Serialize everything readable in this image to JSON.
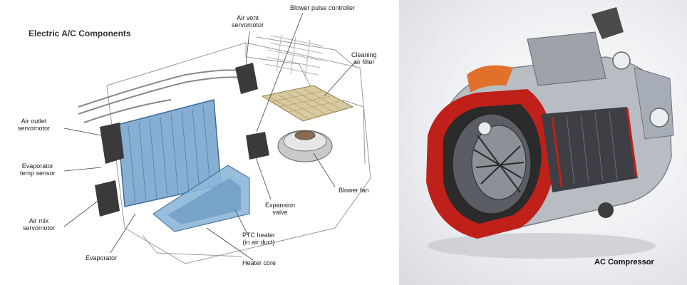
{
  "left_panel": {
    "title": "Electric A/C Components",
    "labels": {
      "air_vent_servomotor": "Air vent\nservomotor",
      "blower_pulse_controller": "Blower pulse controller",
      "cleaning_air_filter": "Cleaning\nair filter",
      "air_outlet_servomotor": "Air outlet\nservomotor",
      "evaporator_temp_sensor": "Evaporator\ntemp sensor",
      "air_mix_servomotor": "Air mix\nservomotor",
      "evaporator": "Evaporator",
      "expansion_valve": "Expansion\nvalve",
      "blower_fan": "Blower fan",
      "ptc_heater": "PTC heater\n(in air duct)",
      "heater_core": "Heater core"
    }
  },
  "right_panel": {
    "title": "AC Compressor"
  },
  "colors": {
    "evaporator_blue": "#7aa6cf",
    "compressor_red": "#c0201a",
    "metal_grey": "#a7adb6"
  }
}
